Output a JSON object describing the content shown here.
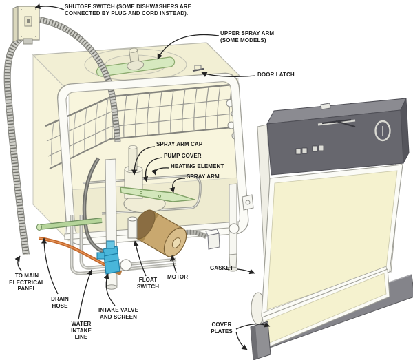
{
  "labels": {
    "shutoff_switch": "SHUTOFF SWITCH (SOME DISHWASHERS ARE\nCONNECTED BY PLUG AND CORD INSTEAD).",
    "upper_spray_arm": "UPPER SPRAY ARM\n(SOME MODELS)",
    "door_latch": "DOOR LATCH",
    "spray_arm_cap": "SPRAY ARM CAP",
    "pump_cover": "PUMP COVER",
    "heating_element": "HEATING ELEMENT",
    "spray_arm": "SPRAY ARM",
    "to_main_electrical_panel": "TO MAIN\nELECTRICAL\nPANEL",
    "drain_hose": "DRAIN\nHOSE",
    "water_intake_line": "WATER\nINTAKE\nLINE",
    "intake_valve_and_screen": "INTAKE VALVE\nAND SCREEN",
    "float_switch": "FLOAT\nSWITCH",
    "motor": "MOTOR",
    "gasket": "GASKET",
    "cover_plates": "COVER\nPLATES"
  },
  "colors": {
    "background": "#ffffff",
    "label_text": "#1b1b1b",
    "leader_line": "#222222",
    "tub_cream": "#f4f1d6",
    "door_cream": "#f5f2cf",
    "control_panel_gray": "#67676e",
    "kickplate_gray": "#85858a",
    "spray_arm_green": "#d3e7bb",
    "motor_tan": "#c9a86f",
    "water_line_orange": "#c2662a",
    "valve_blue": "#49b6da",
    "drain_hose_green": "#b5d49a"
  }
}
